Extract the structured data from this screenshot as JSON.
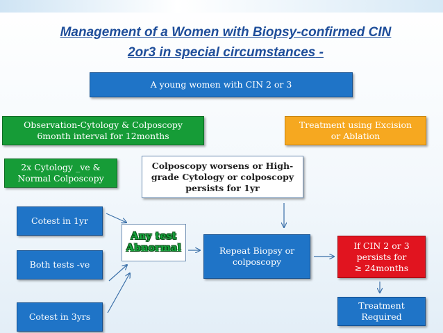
{
  "title": {
    "line1": "Management of a Women with Biopsy-confirmed CIN",
    "line2": "2or3 in special circumstances",
    "suffix": " -"
  },
  "boxes": {
    "young_women": "A young women with CIN 2 or 3",
    "observation_line1": "Observation-Cytology & Colposcopy",
    "observation_line2": "6month interval for 12months",
    "treatment_line1": "Treatment using Excision",
    "treatment_line2": "or Ablation",
    "normal_line1": "2x Cytology _ve &",
    "normal_line2": "Normal Colposcopy",
    "worsens_line1": "Colposcopy worsens or High-",
    "worsens_line2": "grade Cytology or colposcopy",
    "worsens_line3": "persists for 1yr",
    "cotest_1yr": "Cotest in 1yr",
    "both_negative": "Both tests -ve",
    "cotest_3yrs": "Cotest in 3yrs",
    "any_test_line1": "Any test",
    "any_test_line2": "Abnormal",
    "repeat_line1": "Repeat Biopsy or",
    "repeat_line2": "colposcopy",
    "persists_line1": "If CIN 2 or 3",
    "persists_line2": "persists for",
    "persists_line3": "≥ 24months",
    "required_line1": "Treatment",
    "required_line2": "Required"
  },
  "colors": {
    "title": "#1f4e9a",
    "blue": "#1f74c7",
    "green": "#169c37",
    "orange": "#f6a820",
    "red": "#e1141f",
    "arrow": "#3a6fa8"
  }
}
